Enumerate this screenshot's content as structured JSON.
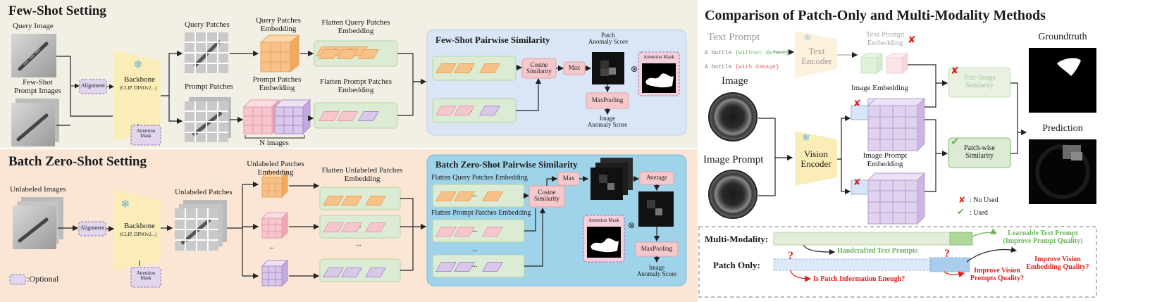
{
  "few_shot": {
    "title": "Few-Shot Setting",
    "query_image": "Query Image",
    "prompt_images": "Few-Shot\nPrompt Images",
    "alignment": "Alignment",
    "backbone": "Backbone",
    "backbone_sub": "(CLIP, DINOv2...)",
    "attention_mask": "Attention\nMask",
    "query_patches": "Query Patches",
    "prompt_patches": "Prompt Patches",
    "query_embed": "Query Patches\nEmbedding",
    "prompt_embed": "Prompt Patches\nEmbedding",
    "n_images": "N images",
    "flatten_query": "Flatten Query Patches\nEmbedding",
    "flatten_prompt": "Flatten Prompt Patches\nEmbedding",
    "pairwise_title": "Few-Shot Pairwise Similarity",
    "cosine": "Cosine\nSimilarity",
    "max": "Max",
    "patch_score": "Patch\nAnomaly Score",
    "attn_mask_box": "Attention Mask",
    "maxpooling": "MaxPooling",
    "image_score": "Image\nAnomaly Score",
    "ellipsis": "..."
  },
  "zero_shot": {
    "title": "Batch Zero-Shot Setting",
    "unlabeled_images": "Unlabeled Images",
    "alignment": "Alignment",
    "backbone": "Backbone",
    "backbone_sub": "(CLIP, DINOv2...)",
    "attention_mask": "Attention\nMask",
    "unlabeled_patches": "Unlabeled Patches",
    "unlabeled_embed": "Unlabeled Patches\nEmbedding",
    "flatten_unlabeled": "Flatten Unlabeled Patches\nEmbedding",
    "pairwise_title": "Batch Zero-Shot Pairwise Similarity",
    "flatten_query": "Flatten Query Patches Embedding",
    "flatten_prompt": "Flatten Prompt Patches Embedding",
    "cosine": "Cosine\nSimilarity",
    "max": "Max",
    "average": "Average",
    "attn_mask_box": "Attention Mask",
    "maxpooling": "MaxPooling",
    "image_score": "Image\nAnomaly Score",
    "optional": ":Optional",
    "ellipsis": "..."
  },
  "comparison": {
    "title": "Comparison of Patch-Only and Multi-Modality Methods",
    "text_prompt": "Text Prompt",
    "code_line1_a": "A bottle ",
    "code_line1_b": "{without defect}",
    "code_line2_a": "A bottle ",
    "code_line2_b": "{with damage}",
    "text_encoder": "Text\nEncoder",
    "text_prompt_embed": "Text Prompt\nEmbedding",
    "image": "Image",
    "image_prompt": "Image Prompt",
    "vision_encoder": "Vision\nEncoder",
    "image_embed": "Image Embedding",
    "image_prompt_embed": "Image Prompt\nEmbedding",
    "text_image_sim": "Text-Image\nSimilarity",
    "patch_sim": "Patch-wise\nSimilarity",
    "groundtruth": "Groundtruth",
    "prediction": "Prediction",
    "no_used": ": No Used",
    "used": ": Used",
    "cross": "✘",
    "check": "✔",
    "multi_modality": "Multi-Modality:",
    "patch_only": "Patch Only:",
    "learnable": "Learnable Text Prompt\n(Improve Prompt Quality)",
    "handcrafted": "Handcrafted Text Prompts",
    "improve_vision_prompts": "Improve Vision\nPrompts Quality?",
    "improve_vision_embed": "Improve Vision\nEmbedding Quality?",
    "patch_info": "Is Patch Information Enough?",
    "question": "?"
  },
  "colors": {
    "few_shot_bg": "#f2efe4",
    "zero_shot_bg": "#fbe6d6",
    "similarity_bg": "#d9e6f5",
    "orange": "#f7c18a",
    "pink": "#f6c6cf",
    "purple": "#d9c8ea",
    "green_panel": "#dcebd4",
    "red_box": "#f5c9cb",
    "backbone": "#fbedb8",
    "red_text": "#e0201c",
    "green_text": "#6db35a"
  }
}
